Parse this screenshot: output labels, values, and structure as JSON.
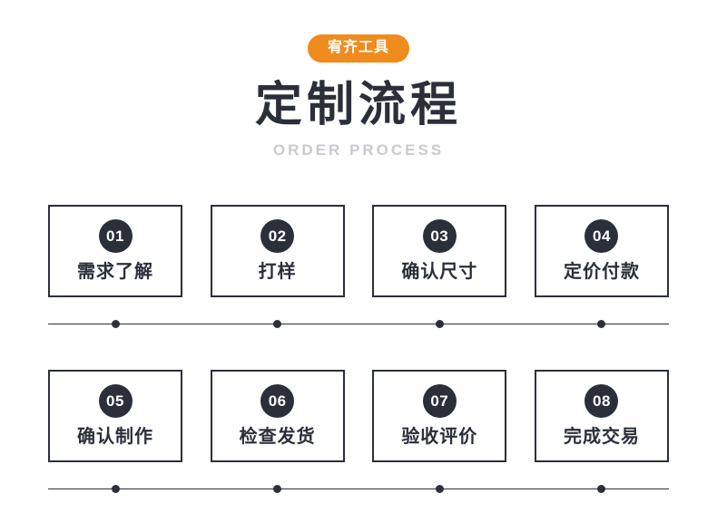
{
  "header": {
    "badge": "宥齐工具",
    "title": "定制流程",
    "subtitle": "ORDER PROCESS"
  },
  "colors": {
    "badge_bg": "#f08b1d",
    "badge_text": "#ffffff",
    "dark": "#2b2f3a",
    "subtitle": "#c9cbd0",
    "background": "#ffffff"
  },
  "steps": [
    {
      "number": "01",
      "label": "需求了解"
    },
    {
      "number": "02",
      "label": "打样"
    },
    {
      "number": "03",
      "label": "确认尺寸"
    },
    {
      "number": "04",
      "label": "定价付款"
    },
    {
      "number": "05",
      "label": "确认制作"
    },
    {
      "number": "06",
      "label": "检查发货"
    },
    {
      "number": "07",
      "label": "验收评价"
    },
    {
      "number": "08",
      "label": "完成交易"
    }
  ]
}
